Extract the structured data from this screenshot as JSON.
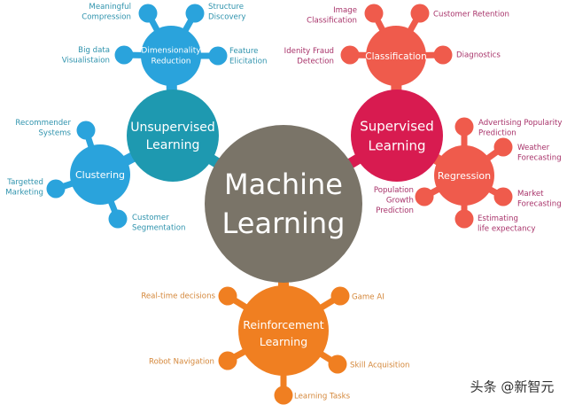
{
  "colors": {
    "center": "#7a7468",
    "unsupervised": "#1e99b0",
    "unsupervised_sub": "#2aa3dc",
    "supervised": "#d81b50",
    "supervised_sub": "#ef5b4c",
    "reinforcement": "#f07f21"
  },
  "center": {
    "lines": [
      "Machine",
      "Learning"
    ]
  },
  "unsupervised": {
    "lines": [
      "Unsupervised",
      "Learning"
    ],
    "dimensionality": {
      "lines": [
        "Dimensionality",
        "Reduction"
      ],
      "leaves": [
        {
          "lines": [
            "Meaningful",
            "Compression"
          ]
        },
        {
          "lines": [
            "Structure",
            "Discovery"
          ]
        },
        {
          "lines": [
            "Big data",
            "Visualistaion"
          ]
        },
        {
          "lines": [
            "Feature",
            "Elicitation"
          ]
        }
      ]
    },
    "clustering": {
      "label": "Clustering",
      "leaves": [
        {
          "lines": [
            "Recommender",
            "Systems"
          ]
        },
        {
          "lines": [
            "Targetted",
            "Marketing"
          ]
        },
        {
          "lines": [
            "Customer",
            "Segmentation"
          ]
        }
      ]
    }
  },
  "supervised": {
    "lines": [
      "Supervised",
      "Learning"
    ],
    "classification": {
      "label": "Classification",
      "leaves": [
        {
          "lines": [
            "Image",
            "Classification"
          ]
        },
        {
          "lines": [
            "Customer Retention"
          ]
        },
        {
          "lines": [
            "Idenity Fraud",
            "Detection"
          ]
        },
        {
          "lines": [
            "Diagnostics"
          ]
        }
      ]
    },
    "regression": {
      "label": "Regression",
      "leaves": [
        {
          "lines": [
            "Advertising Popularity",
            "Prediction"
          ]
        },
        {
          "lines": [
            "Weather",
            "Forecasting"
          ]
        },
        {
          "lines": [
            "Population",
            "Growth",
            "Prediction"
          ]
        },
        {
          "lines": [
            "Market",
            "Forecasting"
          ]
        },
        {
          "lines": [
            "Estimating",
            "life expectancy"
          ]
        }
      ]
    }
  },
  "reinforcement": {
    "lines": [
      "Reinforcement",
      "Learning"
    ],
    "leaves": [
      {
        "lines": [
          "Real-time decisions"
        ]
      },
      {
        "lines": [
          "Game AI"
        ]
      },
      {
        "lines": [
          "Robot Navigation"
        ]
      },
      {
        "lines": [
          "Skill Acquisition"
        ]
      },
      {
        "lines": [
          "Learning Tasks"
        ]
      }
    ]
  },
  "watermark": "头条 @新智元"
}
